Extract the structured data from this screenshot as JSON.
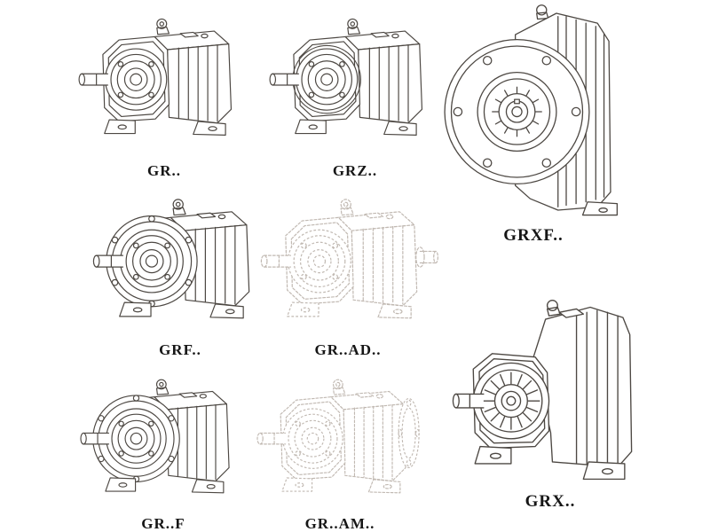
{
  "page": {
    "background_color": "#ffffff",
    "line_color": "#4d4843",
    "ghost_line_color": "#c1b9b2",
    "label_color": "#161616"
  },
  "products": [
    {
      "label": "GR..",
      "mounting": "foot",
      "render": "solid"
    },
    {
      "label": "GRZ..",
      "mounting": "foot",
      "render": "solid"
    },
    {
      "label": "GRXF..",
      "mounting": "flange",
      "render": "solid"
    },
    {
      "label": "GRF..",
      "mounting": "flange",
      "render": "solid"
    },
    {
      "label": "GR..AD..",
      "mounting": "input-adapter",
      "render": "dashed"
    },
    {
      "label": "GRX..",
      "mounting": "foot",
      "render": "solid"
    },
    {
      "label": "GR..F",
      "mounting": "flange",
      "render": "solid"
    },
    {
      "label": "GR..AM..",
      "mounting": "motor-adapter",
      "render": "dashed"
    }
  ]
}
